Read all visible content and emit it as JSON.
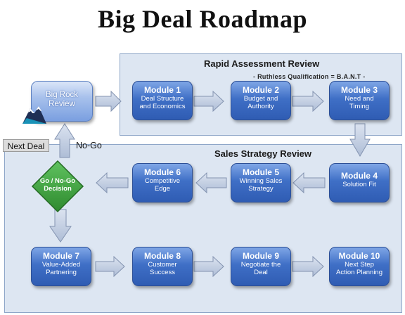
{
  "title": "Big Deal Roadmap",
  "panels": {
    "rapid": {
      "title": "Rapid Assessment Review",
      "subtitle": "- Ruthless Qualification = B.A.N.T -"
    },
    "sales": {
      "title": "Sales Strategy Review"
    }
  },
  "big_rock": {
    "line1": "Big Rock",
    "line2": "Review"
  },
  "decision": {
    "line1": "Go / No-Go",
    "line2": "Decision"
  },
  "next_deal": "Next Deal",
  "no_go": "No-Go",
  "modules": [
    {
      "title": "Module 1",
      "l1": "Deal Structure",
      "l2": "and Economics"
    },
    {
      "title": "Module 2",
      "l1": "Budget and",
      "l2": "Authority"
    },
    {
      "title": "Module 3",
      "l1": "Need and",
      "l2": "Timing"
    },
    {
      "title": "Module 4",
      "l1": "Solution Fit",
      "l2": ""
    },
    {
      "title": "Module 5",
      "l1": "Winning Sales",
      "l2": "Strategy"
    },
    {
      "title": "Module 6",
      "l1": "Competitive",
      "l2": "Edge"
    },
    {
      "title": "Module 7",
      "l1": "Value-Added",
      "l2": "Partnering"
    },
    {
      "title": "Module 8",
      "l1": "Customer",
      "l2": "Success"
    },
    {
      "title": "Module 9",
      "l1": "Negotiate the",
      "l2": "Deal"
    },
    {
      "title": "Module 10",
      "l1": "Next Step",
      "l2": "Action Planning"
    }
  ],
  "colors": {
    "module_fill": "#3f6fc6",
    "panel_fill": "#dde6f2",
    "decision_fill": "#3f9b3f",
    "arrow_fill": "#c3cfe2"
  }
}
